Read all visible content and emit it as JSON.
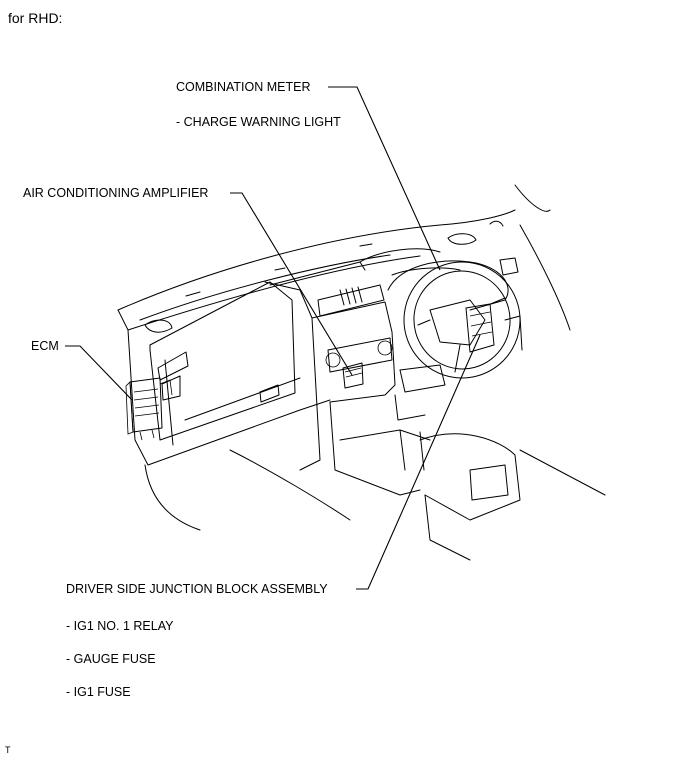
{
  "header": {
    "title": "for RHD:"
  },
  "labels": {
    "combination_meter": "COMBINATION METER",
    "charge_warning_light": "- CHARGE WARNING LIGHT",
    "ac_amplifier": "AIR CONDITIONING AMPLIFIER",
    "ecm": "ECM",
    "driver_jb": "DRIVER SIDE JUNCTION BLOCK ASSEMBLY",
    "ig1_relay": "- IG1 NO. 1 RELAY",
    "gauge_fuse": "- GAUGE FUSE",
    "ig1_fuse": "- IG1 FUSE"
  },
  "footer": {
    "code": "T"
  }
}
